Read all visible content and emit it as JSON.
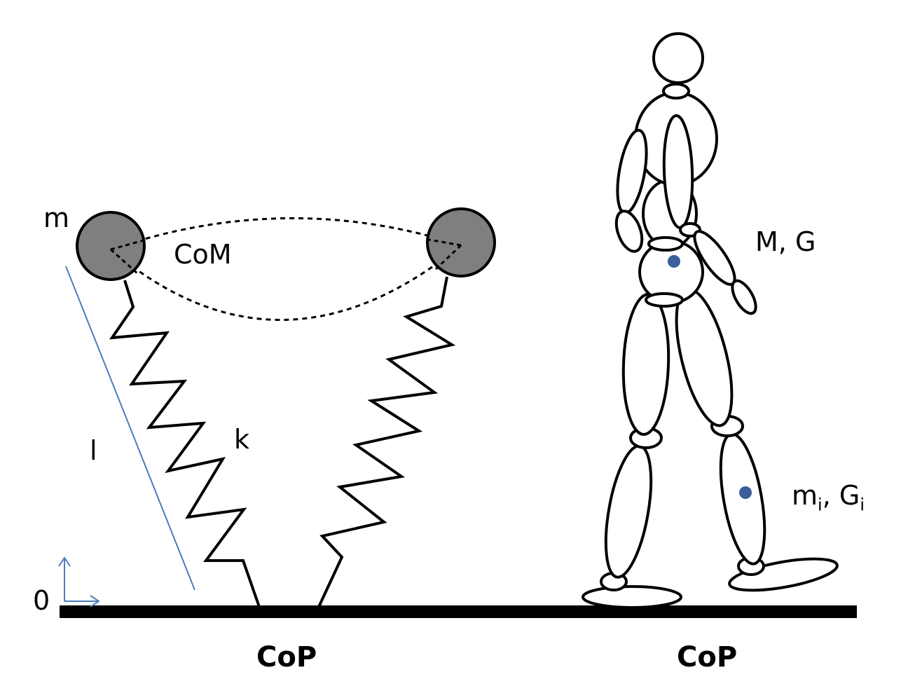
{
  "spring_model": {
    "mass_label": "m",
    "com_label": "CoM",
    "stiffness_label": "k",
    "length_label": "l",
    "origin_label": "0",
    "cop_label": "CoP"
  },
  "body_model": {
    "total_label": "M, G",
    "segment_label_m": "m",
    "segment_label_sub_i": "i",
    "segment_label_sep": ", G",
    "segment_label_sub_i2": "i",
    "cop_label": "CoP"
  },
  "colors": {
    "line": "#000000",
    "mass_fill": "#7f7f7f",
    "leg_length_line": "#4a7ebb",
    "com_dot": "#3a5f9a"
  }
}
